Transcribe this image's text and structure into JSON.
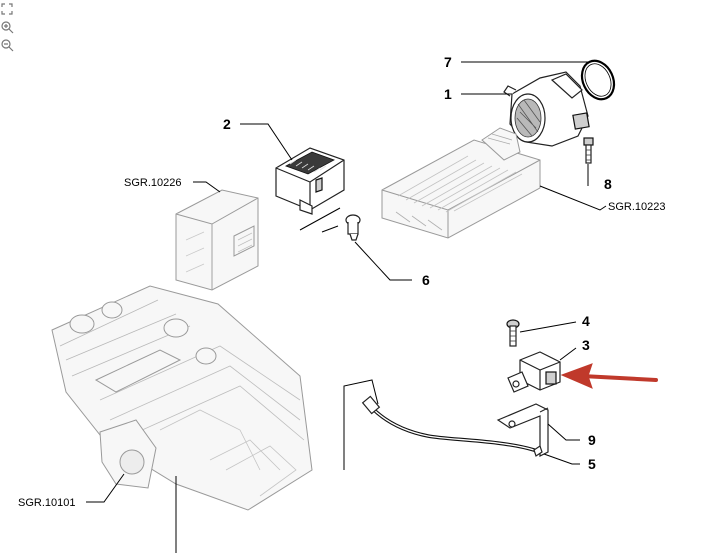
{
  "toolbar": {
    "icons": [
      "expand-icon",
      "zoom-in-icon",
      "zoom-out-icon"
    ]
  },
  "callouts": {
    "n1": "1",
    "n2": "2",
    "n3": "3",
    "n4": "4",
    "n5": "5",
    "n6": "6",
    "n7": "7",
    "n8": "8",
    "n9": "9"
  },
  "refs": {
    "sgr_10226": "SGR.10226",
    "sgr_10223": "SGR.10223",
    "sgr_10101": "SGR.10101"
  },
  "colors": {
    "arrow": "#c0392b",
    "ink": "#000000"
  }
}
